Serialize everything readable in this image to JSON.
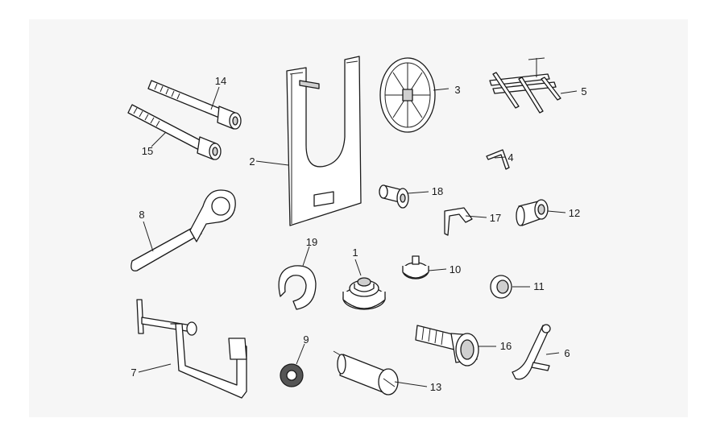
{
  "callouts": [
    "1",
    "2",
    "3",
    "4",
    "5",
    "6",
    "7",
    "8",
    "9",
    "10",
    "11",
    "12",
    "13",
    "14",
    "15",
    "16",
    "17",
    "18",
    "19"
  ],
  "colors": {
    "background": "#f6f6f6",
    "ink": "#1a1a1a"
  }
}
